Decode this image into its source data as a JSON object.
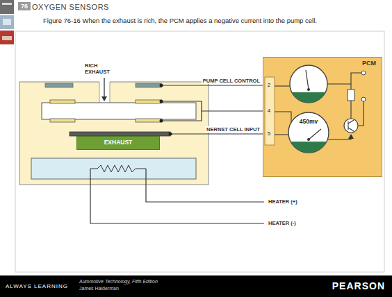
{
  "diagram": {
    "title": "OXYGEN SENSORS",
    "caption": "Figure 76-16 When the exhaust is rich, the PCM applies a negative current into the pump cell.",
    "nodes": [
      {
        "text": [
          "EXHAUST"
        ]
      },
      {
        "text": [
          "PCM"
        ]
      },
      {
        "text": [
          "450mv"
        ],
        "in": 1
      }
    ],
    "labels": [
      "76",
      "RICH EXHAUST",
      "PUMP CELL CONTROL",
      "NERNST CELL INPUT",
      "HEATER (+)",
      "HEATER (-)",
      "2",
      "4",
      "5",
      "ALWAYS LEARNING",
      "Automotive Technology, Fifth Edition",
      "James Halderman",
      "PEARSON"
    ]
  }
}
